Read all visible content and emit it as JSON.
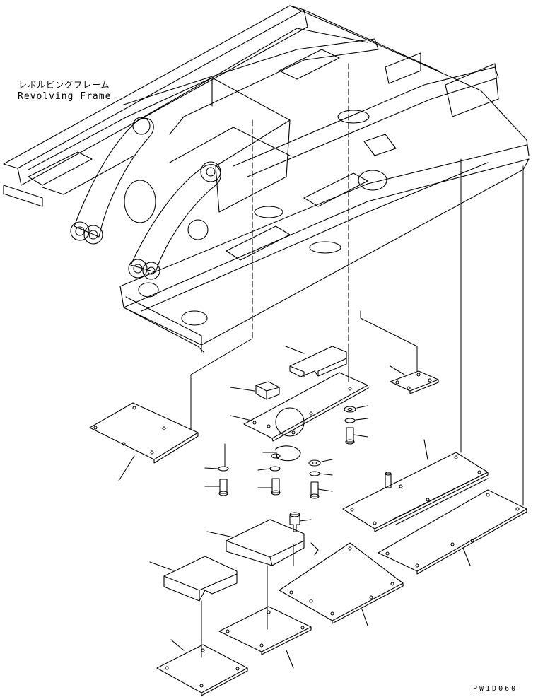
{
  "frame_label": {
    "japanese": "レボルビングフレーム",
    "english": "Revolving Frame"
  },
  "drawing_code": "PW1D060",
  "colors": {
    "line": "#000000",
    "background": "#ffffff"
  }
}
